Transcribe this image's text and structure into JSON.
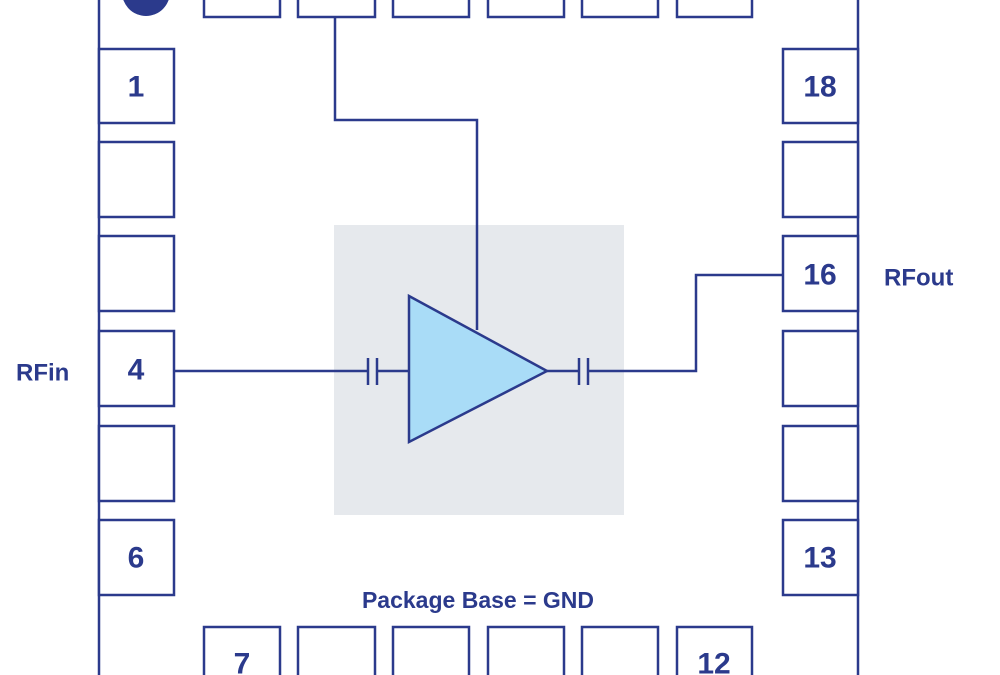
{
  "diagram": {
    "colors": {
      "line": "#2b3a8c",
      "die": "#e6e9ed",
      "amplifier_fill": "#a9dcf7"
    },
    "labels": {
      "rf_in": "RFin",
      "rf_out": "RFout",
      "package_base": "Package Base = GND"
    },
    "pins": {
      "p1": "1",
      "p4": "4",
      "p6": "6",
      "p7": "7",
      "p12": "12",
      "p13": "13",
      "p16": "16",
      "p18": "18"
    }
  }
}
